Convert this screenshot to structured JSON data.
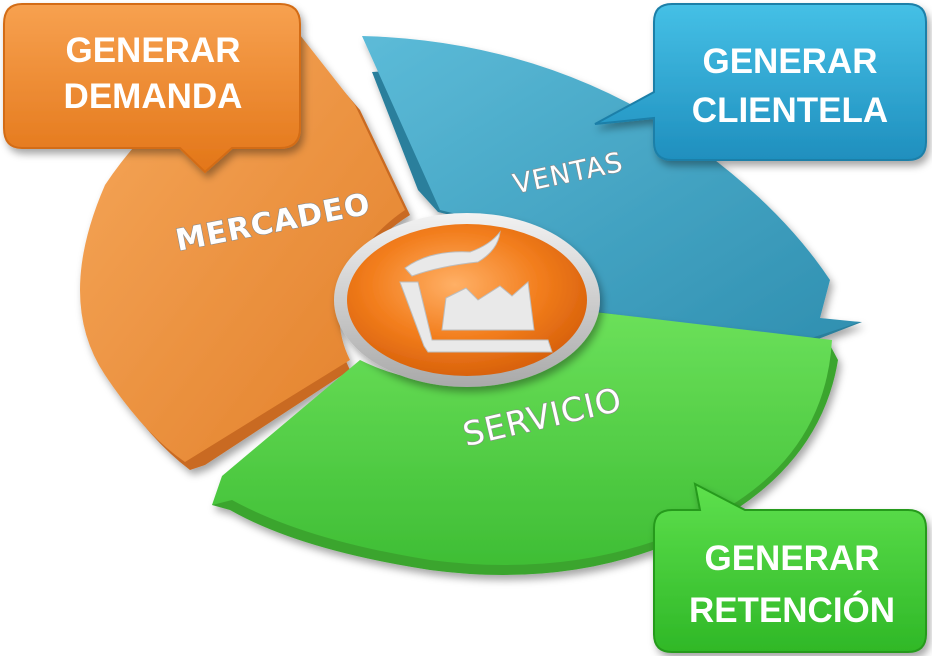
{
  "segments": {
    "mercadeo": "MERCADEO",
    "ventas": "VENTAS",
    "servicio": "SERVICIO"
  },
  "callouts": {
    "demanda": {
      "line1": "GENERAR",
      "line2": "DEMANDA"
    },
    "clientela": {
      "line1": "GENERAR",
      "line2": "CLIENTELA"
    },
    "retencion": {
      "line1": "GENERAR",
      "line2": "RETENCIÓN"
    }
  },
  "colors": {
    "orange": "#f0913b",
    "blue": "#3aa6c6",
    "green": "#57d445",
    "center": "#f07a1a"
  },
  "icons": {
    "center": "factory-icon"
  }
}
